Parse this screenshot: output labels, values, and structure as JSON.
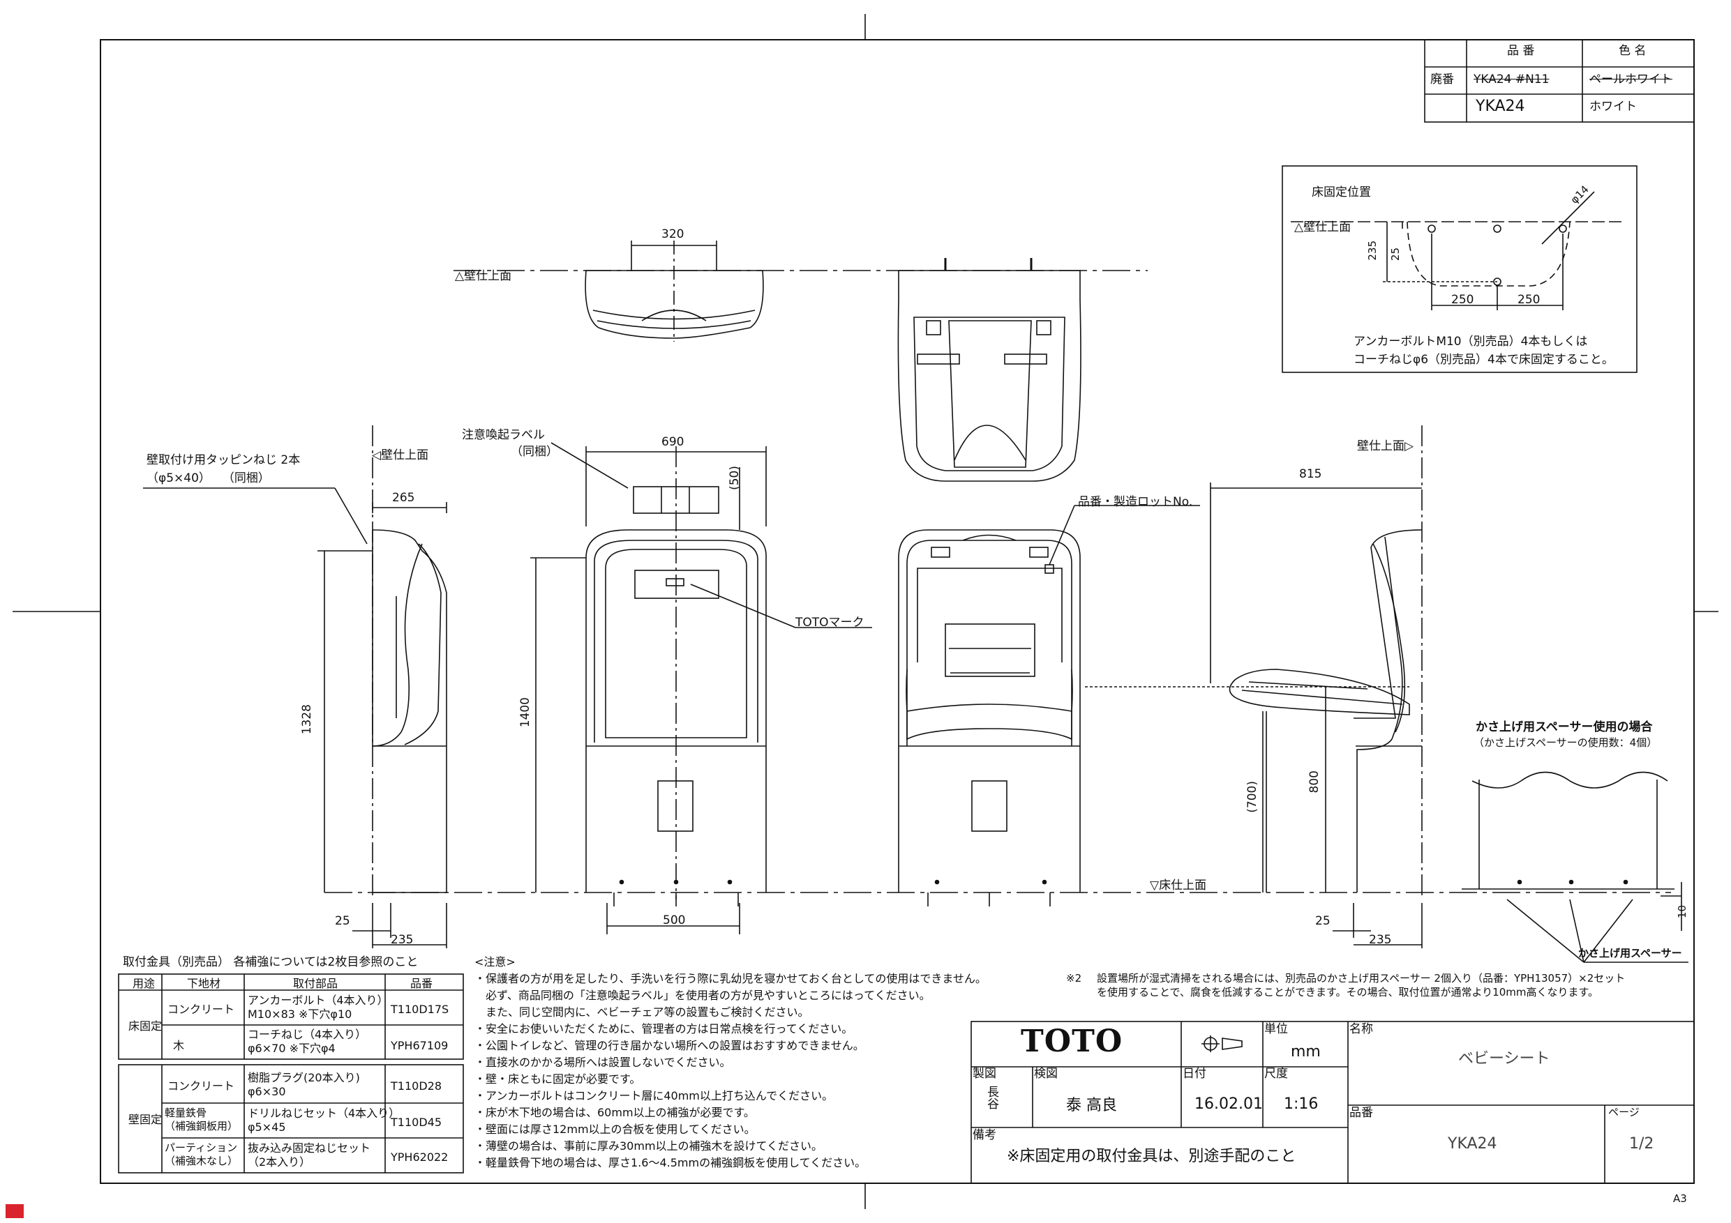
{
  "title_block": {
    "logo": "TOTO",
    "unit_label": "単位",
    "unit_value": "mm",
    "name_label": "名称",
    "name_value": "ベビーシート",
    "drawn_label": "製図",
    "drawn_by": "長谷",
    "checked_label": "検図",
    "checked_by": "泰 高良",
    "date_label": "日付",
    "date_value": "16.02.01",
    "scale_label": "尺度",
    "scale_value": "1:16",
    "product_label": "品番",
    "product_value": "YKA24",
    "page_label": "ページ",
    "page_value": "1/2",
    "remarks_label": "備考",
    "remarks_value": "※床固定用の取付金具は、別途手配のこと",
    "sheet_size": "A3"
  },
  "parts_table": {
    "col_part_no": "品 番",
    "col_color": "色 名",
    "obsolete_label": "廃番",
    "obsolete_part": "YKA24 #N11",
    "obsolete_color": "ペールホワイト",
    "current_part": "YKA24",
    "current_color": "ホワイト"
  },
  "floor_detail": {
    "title": "床固定位置",
    "wall_label": "△壁仕上面",
    "dim_235": "235",
    "dim_25": "25",
    "dim_250a": "250",
    "dim_250b": "250",
    "dim_phi14": "φ14",
    "note1": "アンカーボルトM10（別売品）4本もしくは",
    "note2": "コーチねじφ6（別売品）4本で床固定すること。"
  },
  "labels": {
    "wall_top": "△壁仕上面",
    "wall_left": "◁壁仕上面",
    "wall_right": "壁仕上面▷",
    "floor": "▽床仕上面",
    "screw1": "壁取付け用タッピンねじ 2本",
    "screw2": "（φ5×40）　　（同梱）",
    "caution1": "注意喚起ラベル",
    "caution2": "（同梱）",
    "toto_mark": "TOTOマーク",
    "lot_no": "品番・製造ロットNo.",
    "spacer_title": "かさ上げ用スペーサー使用の場合",
    "spacer_sub": "（かさ上げスペーサーの使用数：4個）",
    "spacer_label": "かさ上げ用スペーサー"
  },
  "dims": {
    "d320": "320",
    "d265": "265",
    "d690": "690",
    "d50": "(50)",
    "d815": "815",
    "d1328": "1328",
    "d1400": "1400",
    "d700": "(700)",
    "d800": "800",
    "d25a": "25",
    "d235a": "235",
    "d500": "500",
    "d25b": "25",
    "d235b": "235",
    "d10": "10"
  },
  "fittings": {
    "title": "取付金具（別売品） 各補強については2枚目参照のこと",
    "headers": [
      "用途",
      "下地材",
      "取付部品",
      "品番"
    ],
    "floor_use": "床固定",
    "wall_use": "壁固定",
    "rows": [
      {
        "base": "コンクリート",
        "part": "アンカーボルト（4本入り）\nM10×83 ※下穴φ10",
        "code": "T110D17S"
      },
      {
        "base": "木",
        "part": "コーチねじ（4本入り）\nφ6×70 ※下穴φ4",
        "code": "YPH67109"
      },
      {
        "base": "コンクリート",
        "part": "樹脂プラグ(20本入り)\nφ6×30",
        "code": "T110D28"
      },
      {
        "base": "軽量鉄骨\n（補強鋼板用）",
        "part": "ドリルねじセット（4本入り）\nφ5×45",
        "code": "T110D45"
      },
      {
        "base": "パーティション\n（補強木なし）",
        "part": "抜み込み固定ねじセット\n（2本入り）",
        "code": "YPH62022"
      }
    ]
  },
  "notes": {
    "heading": "<注意>",
    "lines": [
      "・保護者の方が用を足したり、手洗いを行う際に乳幼児を寝かせておく台としての使用はできません。",
      "　必ず、商品同梱の「注意喚起ラベル」を使用者の方が見やすいところにはってください。",
      "　また、同じ空間内に、ベビーチェア等の設置もご検討ください。",
      "・安全にお使いいただくために、管理者の方は日常点検を行ってください。",
      "・公園トイレなど、管理の行き届かない場所への設置はおすすめできません。",
      "・直接水のかかる場所へは設置しないでください。",
      "・壁・床ともに固定が必要です。",
      "・アンカーボルトはコンクリート層に40mm以上打ち込んでください。",
      "・床が木下地の場合は、60mm以上の補強が必要です。",
      "・壁面には厚さ12mm以上の合板を使用してください。",
      "・薄壁の場合は、事前に厚み30mm以上の補強木を設けてください。",
      "・軽量鉄骨下地の場合は、厚さ1.6〜4.5mmの補強鋼板を使用してください。"
    ]
  },
  "note2": {
    "mark": "※2",
    "line1": "設置場所が湿式清掃をされる場合には、別売品のかさ上げ用スペーサー 2個入り（品番：YPH13057）×2セット",
    "line2": "を使用することで、腐食を低減することができます。その場合、取付位置が通常より10mm高くなります。"
  }
}
